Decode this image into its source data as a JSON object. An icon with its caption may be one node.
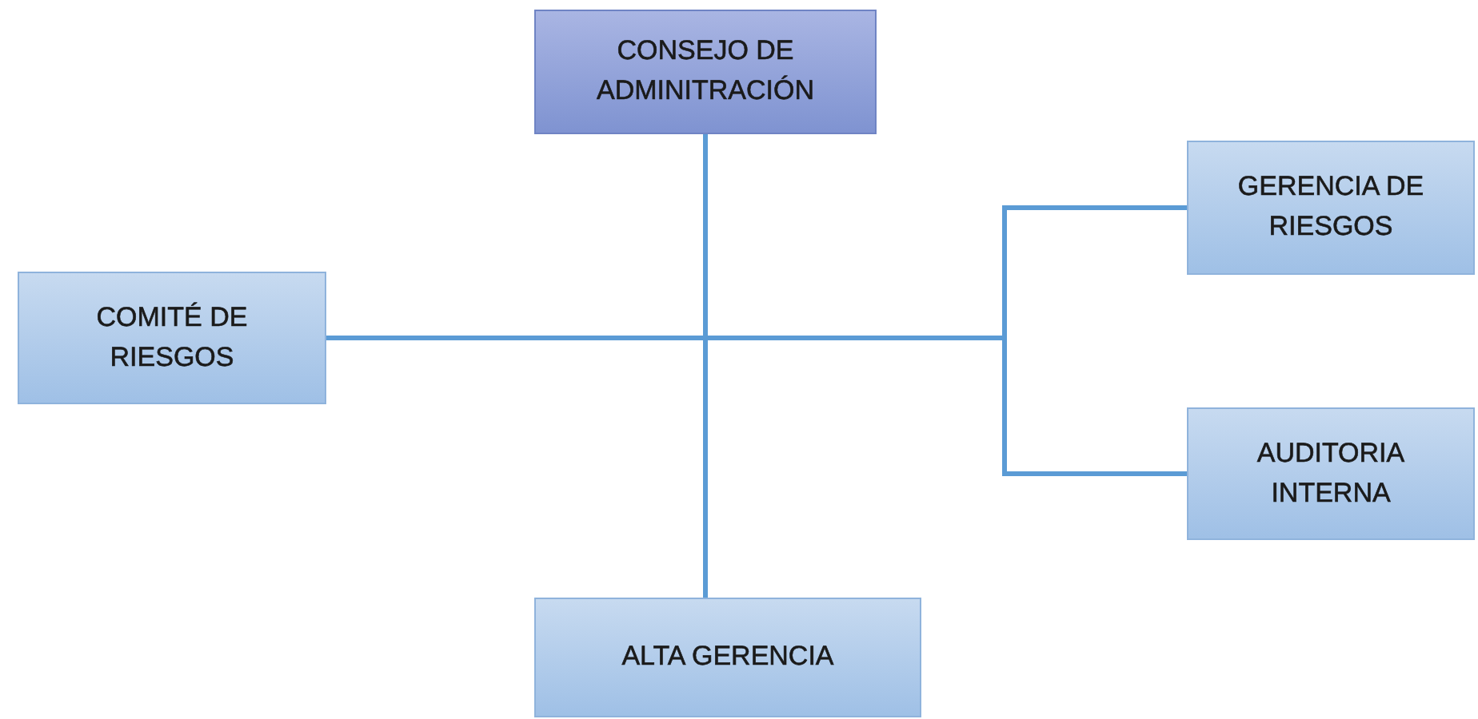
{
  "diagram": {
    "nodes": [
      {
        "text": [
          "CONSEJO DE ADMINITRACIÓN"
        ]
      },
      {
        "text": [
          "COMITÉ DE RIESGOS"
        ]
      },
      {
        "text": [
          "GERENCIA DE RIESGOS"
        ]
      },
      {
        "text": [
          "AUDITORIA INTERNA"
        ]
      },
      {
        "text": [
          "ALTA GERENCIA"
        ]
      }
    ],
    "edges": [
      {
        "from": 0,
        "to": 4,
        "arrow": "none"
      },
      {
        "from": 1,
        "to": 2,
        "arrow": "none"
      },
      {
        "from": 1,
        "to": 3,
        "arrow": "none"
      }
    ]
  }
}
